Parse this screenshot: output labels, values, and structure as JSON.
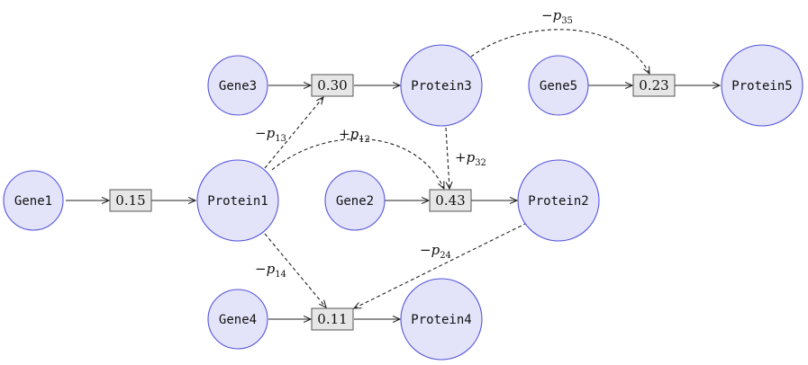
{
  "nodes": {
    "gene1": "Gene1",
    "gene2": "Gene2",
    "gene3": "Gene3",
    "gene4": "Gene4",
    "gene5": "Gene5",
    "protein1": "Protein1",
    "protein2": "Protein2",
    "protein3": "Protein3",
    "protein4": "Protein4",
    "protein5": "Protein5"
  },
  "rates": {
    "r1": "0.15",
    "r2": "0.43",
    "r3": "0.30",
    "r4": "0.11",
    "r5": "0.23"
  },
  "edge_labels": {
    "p13": {
      "sign": "−",
      "var": "p",
      "sub": "13"
    },
    "p12": {
      "sign": "+",
      "var": "p",
      "sub": "12"
    },
    "p35": {
      "sign": "−",
      "var": "p",
      "sub": "35"
    },
    "p32": {
      "sign": "+",
      "var": "p",
      "sub": "32"
    },
    "p14": {
      "sign": "−",
      "var": "p",
      "sub": "14"
    },
    "p24": {
      "sign": "−",
      "var": "p",
      "sub": "24"
    }
  },
  "colors": {
    "node_fill": "#e3e3f9",
    "node_stroke": "#5656dc",
    "box_fill": "#e6e6e6"
  }
}
